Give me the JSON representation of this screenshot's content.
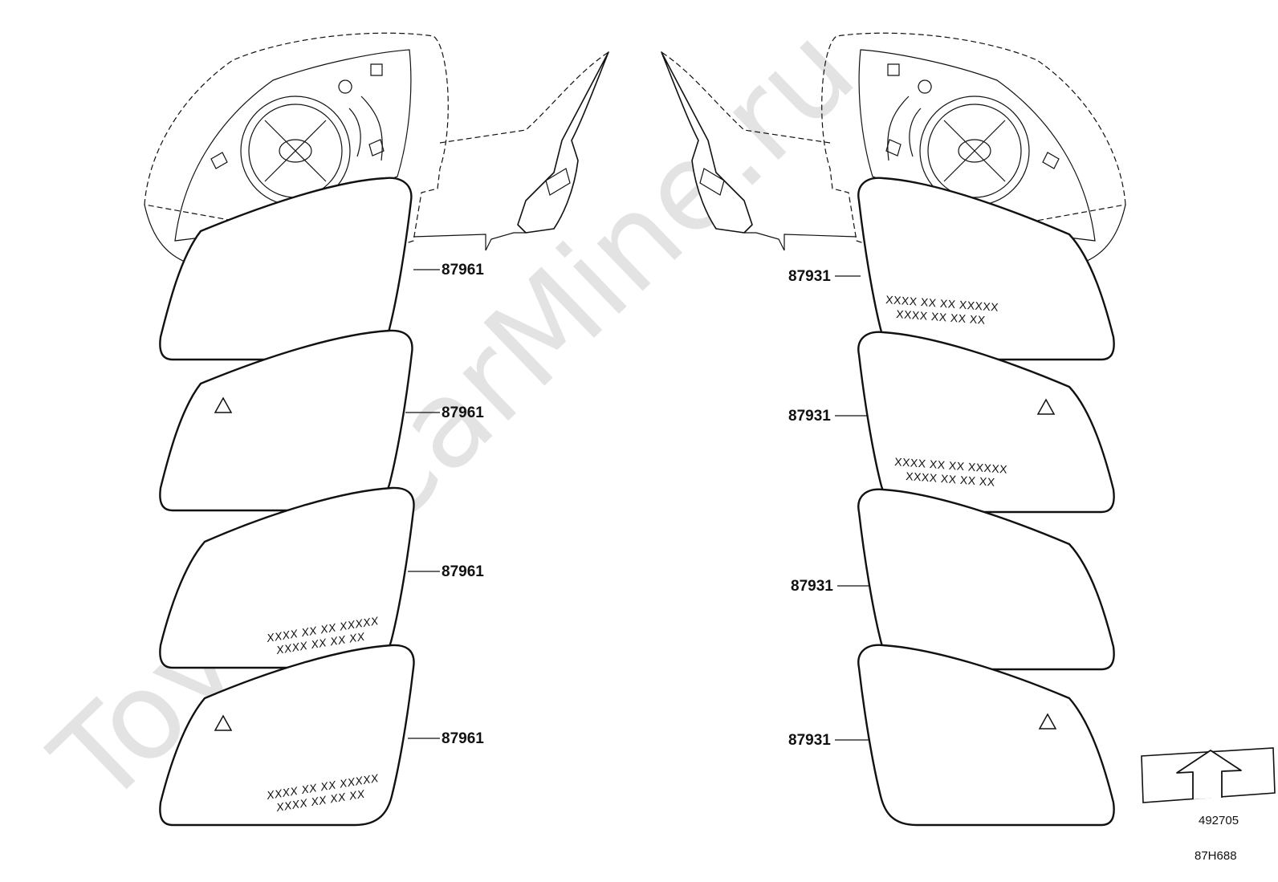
{
  "watermark": "ToyotaCarMine.ru",
  "left_column": {
    "labels": [
      "87961",
      "87961",
      "87961",
      "87961"
    ],
    "markings": [
      {
        "line1": "XXXX XX XX XXXXX",
        "line2": "XXXX XX XX XX"
      },
      {
        "line1": "XXXX XX XX XXXXX",
        "line2": "XXXX XX XX XX"
      }
    ]
  },
  "right_column": {
    "labels": [
      "87931",
      "87931",
      "87931",
      "87931"
    ],
    "markings": [
      {
        "line1": "XXXX XX XX XXXXX",
        "line2": "XXXX XX XX XX"
      },
      {
        "line1": "XXXX XX XX XXXXX",
        "line2": "XXXX XX XX XX"
      }
    ]
  },
  "direction_arrow": {
    "code": "492705"
  },
  "drawing_code": "87H688"
}
